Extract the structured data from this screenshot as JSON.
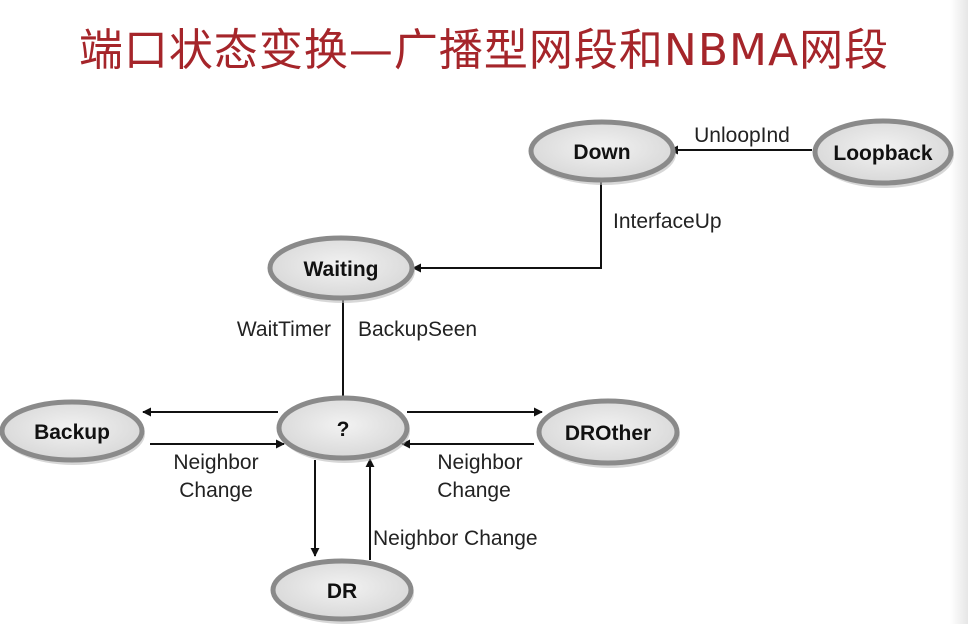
{
  "title": "端口状态变换—广播型网段和NBMA网段",
  "nodes": {
    "down": "Down",
    "loopback": "Loopback",
    "waiting": "Waiting",
    "decision": "?",
    "backup": "Backup",
    "drother": "DROther",
    "dr": "DR"
  },
  "edges": {
    "unloopind": "UnloopInd",
    "interfaceup": "InterfaceUp",
    "waittimer": "WaitTimer",
    "backupseen": "BackupSeen",
    "backup_nc_1": "Neighbor",
    "backup_nc_2": "Change",
    "drother_nc_1": "Neighbor",
    "drother_nc_2": "Change",
    "dr_nc": "Neighbor Change"
  },
  "colors": {
    "title": "#a5252a",
    "node_fill": "#e3e3e3",
    "node_stroke": "#8a8a8a",
    "line": "#111111"
  }
}
